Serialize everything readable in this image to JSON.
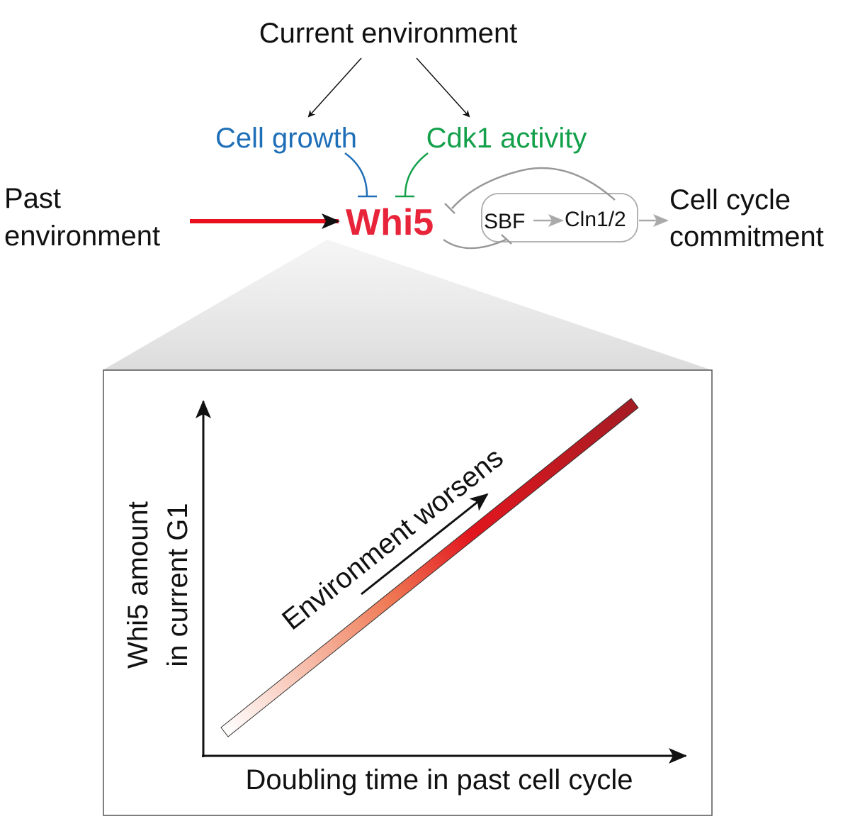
{
  "top": {
    "current_environment": "Current environment",
    "cell_growth": "Cell growth",
    "cdk1_activity": "Cdk1 activity",
    "past_line1": "Past",
    "past_line2": "environment",
    "whi5": "Whi5",
    "sbf": "SBF",
    "cln": "Cln1/2",
    "commit_line1": "Cell cycle",
    "commit_line2": "commitment"
  },
  "plot": {
    "ylabel_line1": "Whi5 amount",
    "ylabel_line2": "in current G1",
    "xlabel": "Doubling time in past cell cycle",
    "annotation": "Environment worsens"
  },
  "colors": {
    "blue": "#1f6fb8",
    "green": "#13a04a",
    "red": "#e8243a",
    "gray": "#9a9a9a"
  }
}
